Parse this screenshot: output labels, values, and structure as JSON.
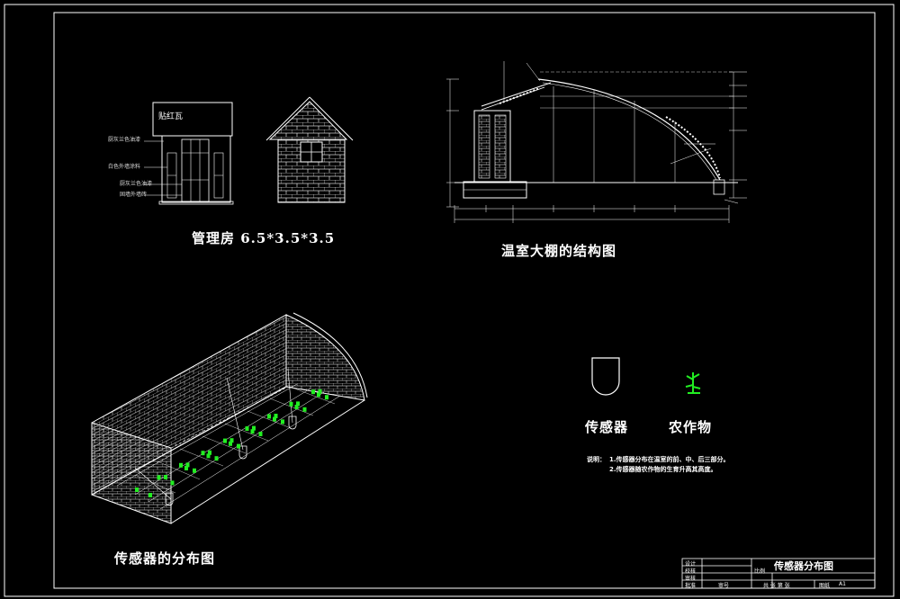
{
  "management_house": {
    "title": "管理房 6.5*3.5*3.5",
    "roof_label": "贴红瓦",
    "callouts": [
      "厨灰兰色油漆",
      "白色外墙涂料",
      "厨灰兰色油漆",
      "固墙外墙砖"
    ]
  },
  "greenhouse_structure": {
    "title": "温室大棚的结构图"
  },
  "sensor_layout": {
    "title": "传感器的分布图"
  },
  "legend": {
    "sensor_label": "传感器",
    "crop_label": "农作物"
  },
  "notes": {
    "heading": "说明：",
    "lines": [
      "1.传感器分布在温室的前、中、后三部分。",
      "2.传感器随农作物的生育升高其高度。"
    ]
  },
  "title_block": {
    "drawing_title": "传感器分布图",
    "rows": [
      "设计",
      "校核",
      "审核",
      "批准"
    ],
    "mid_label": "比例",
    "bottom_mid": "审号",
    "bottom_right": "共 张 第 张",
    "sheet_label": "图纸",
    "sheet_size": "A1"
  },
  "colors": {
    "line": "#ffffff",
    "crop": "#22ee22",
    "background": "#000000"
  }
}
